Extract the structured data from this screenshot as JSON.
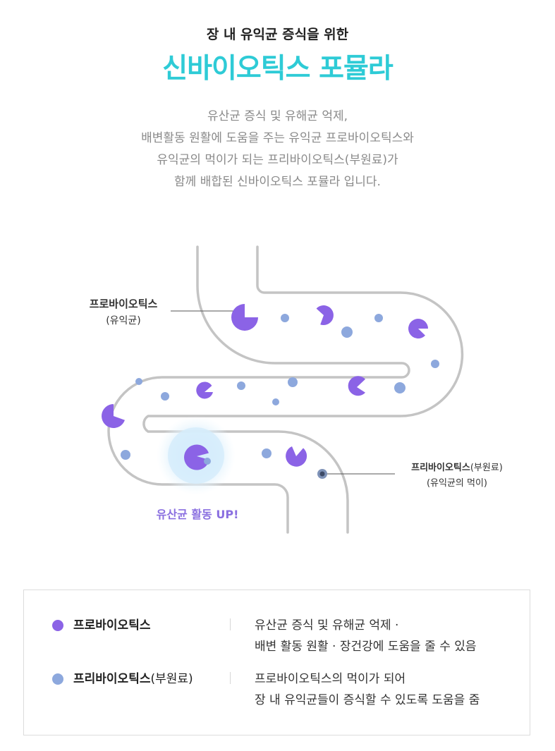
{
  "header": {
    "subtitle": "장 내 유익균 증식을 위한",
    "title": "신바이오틱스 포뮬라",
    "description": [
      "유산균 증식 및 유해균 억제,",
      "배변활동 원활에 도움을 주는 유익균 프로바이오틱스와",
      "유익균의 먹이가 되는 프리바이오틱스(부원료)가",
      "함께 배합된 신바이오틱스 포뮬라 입니다."
    ]
  },
  "diagram": {
    "probiotics_label": "프로바이오틱스",
    "probiotics_sub": "(유익균)",
    "prebiotics_label": "프리바이오틱스",
    "prebiotics_label_suffix": "(부원료)",
    "prebiotics_sub": "(유익균의 먹이)",
    "activity_label": "유산균 활동 UP!"
  },
  "legend": {
    "items": [
      {
        "name": "프로바이오틱스",
        "name_suffix": "",
        "lines": [
          "유산균 증식 및 유해균 억제 ·",
          "배변 활동 원활 · 장건강에 도움을 줄 수 있음"
        ]
      },
      {
        "name": "프리바이오틱스",
        "name_suffix": "(부원료)",
        "lines": [
          "프로바이오틱스의 먹이가 되어",
          "장 내 유익균들이 증식할 수 있도록 도움을 줌"
        ]
      }
    ]
  },
  "colors": {
    "title": "#2ecbd6",
    "probiotic": "#8b63e6",
    "prebiotic": "#8da8dd",
    "activity": "#8a6fe0",
    "intestine_outline": "#c4c4c4"
  }
}
